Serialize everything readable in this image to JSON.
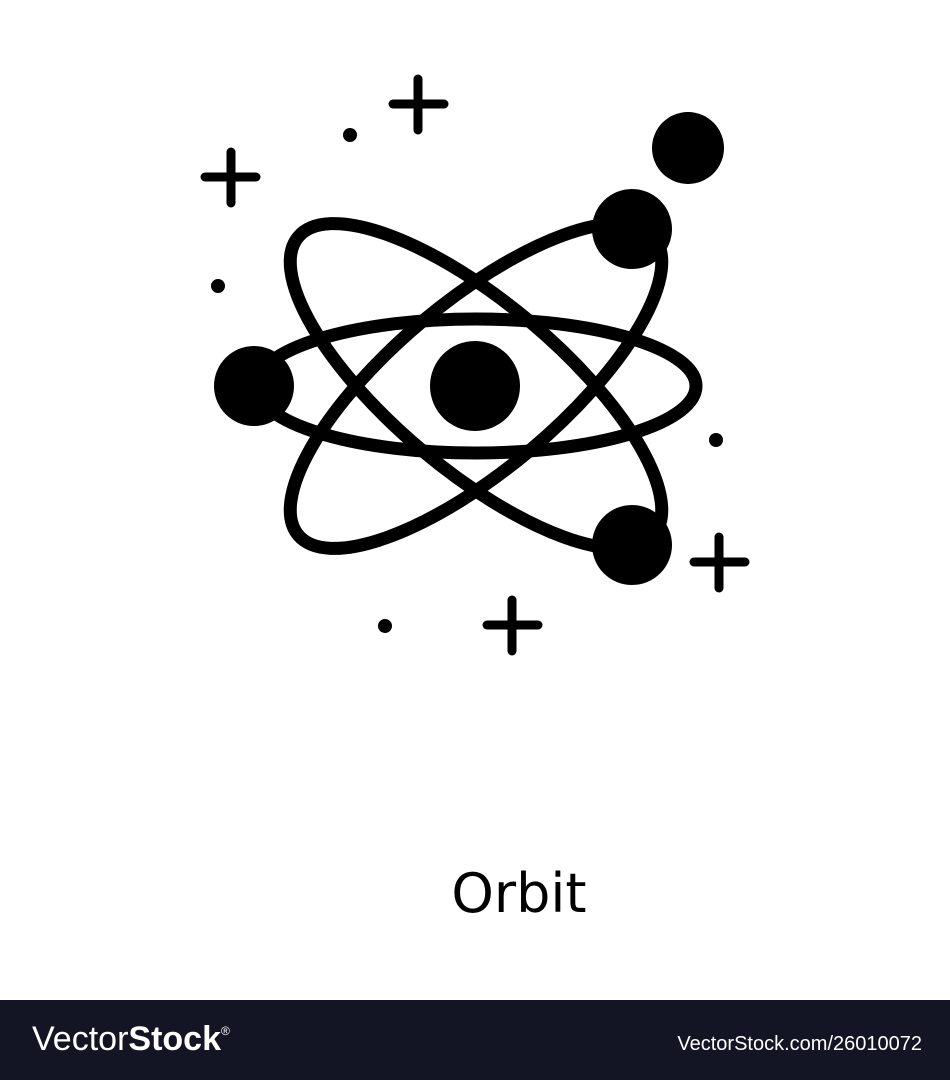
{
  "illustration": {
    "subject": "atom-orbit-icon",
    "fill_color": "#000000",
    "background_color": "#ffffff"
  },
  "caption": {
    "text": "Orbit"
  },
  "footer": {
    "background_color": "#131424",
    "brand_light": "Vector",
    "brand_bold": "Stock",
    "brand_mark": "®",
    "reference": "VectorStock.com/26010072"
  }
}
